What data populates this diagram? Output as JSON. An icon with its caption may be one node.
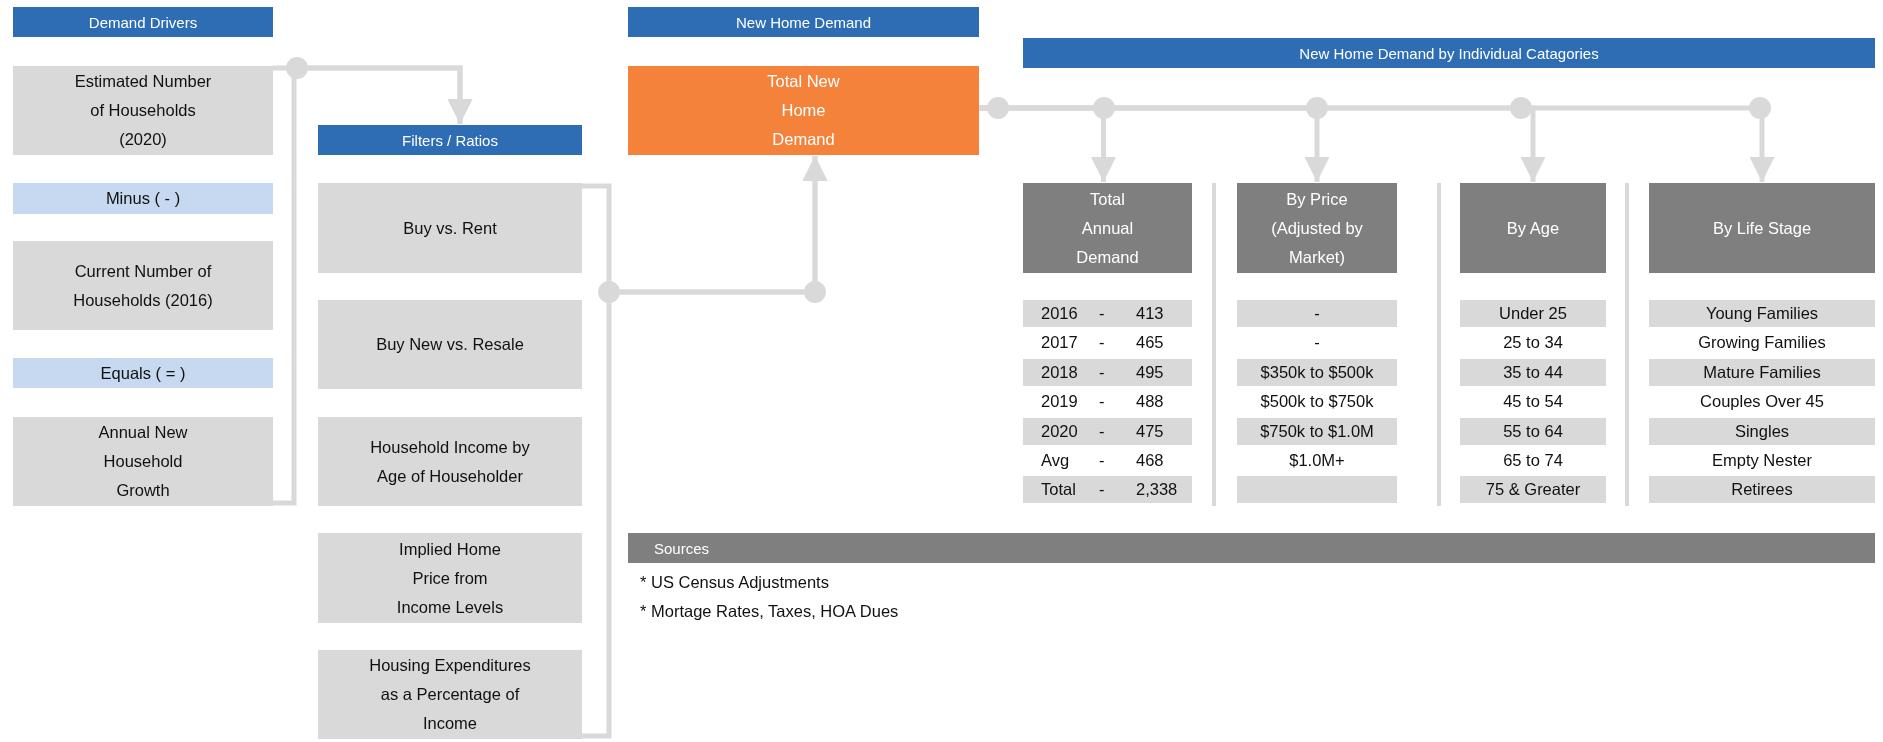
{
  "diagram": {
    "nodes": [
      {
        "text": [
          "Demand Drivers"
        ]
      },
      {
        "text": [
          "Estimated Number of Households (2020)"
        ]
      },
      {
        "text": [
          "Minus ( - )"
        ]
      },
      {
        "text": [
          "Current Number of Households (2016)"
        ]
      },
      {
        "text": [
          "Equals ( = )"
        ]
      },
      {
        "text": [
          "Annual New Household Growth"
        ]
      },
      {
        "text": [
          "Filters / Ratios"
        ]
      },
      {
        "text": [
          "Buy vs. Rent"
        ]
      },
      {
        "text": [
          "Buy New vs. Resale"
        ]
      },
      {
        "text": [
          "Household Income by Age of Householder"
        ]
      },
      {
        "text": [
          "Implied Home Price from Income Levels"
        ]
      },
      {
        "text": [
          "Housing Expenditures as a Percentage of Income"
        ]
      },
      {
        "text": [
          "New Home Demand"
        ]
      },
      {
        "text": [
          "Total New Home Demand"
        ]
      },
      {
        "text": [
          "New Home Demand by Individual Catagories"
        ]
      },
      {
        "text": [
          "Total Annual Demand"
        ]
      },
      {
        "text": [
          "By Price (Adjusted by Market)"
        ]
      },
      {
        "text": [
          "By Age"
        ]
      },
      {
        "text": [
          "By Life Stage"
        ]
      },
      {
        "text": [
          "Sources"
        ]
      }
    ],
    "edges": [
      {
        "from": 1,
        "to": 6,
        "arrow": "to"
      },
      {
        "from": 5,
        "to": 6,
        "arrow": "to"
      },
      {
        "from": 7,
        "to": 13,
        "arrow": "to"
      },
      {
        "from": 11,
        "to": 13,
        "arrow": "to"
      },
      {
        "from": 13,
        "to": 15,
        "arrow": "to"
      },
      {
        "from": 13,
        "to": 16,
        "arrow": "to"
      },
      {
        "from": 13,
        "to": 17,
        "arrow": "to"
      },
      {
        "from": 13,
        "to": 18,
        "arrow": "to"
      }
    ],
    "labels": [
      "2016",
      "-",
      "413",
      "-",
      "Under 25",
      "Young Families",
      "2017",
      "-",
      "465",
      "-",
      "25 to 34",
      "Growing Families",
      "2018",
      "-",
      "495",
      "$350k to $500k",
      "35 to 44",
      "Mature Families",
      "2019",
      "-",
      "488",
      "$500k to $750k",
      "45 to 54",
      "Couples Over 45",
      "2020",
      "-",
      "475",
      "$750k to $1.0M",
      "55 to 64",
      "Singles",
      "Avg",
      "-",
      "468",
      "$1.0M+",
      "65 to 74",
      "Empty Nester",
      "Total",
      "-",
      "2,338",
      "75 & Greater",
      "Retirees",
      "* US Census Adjustments",
      "* Mortage Rates, Taxes, HOA Dues"
    ]
  }
}
